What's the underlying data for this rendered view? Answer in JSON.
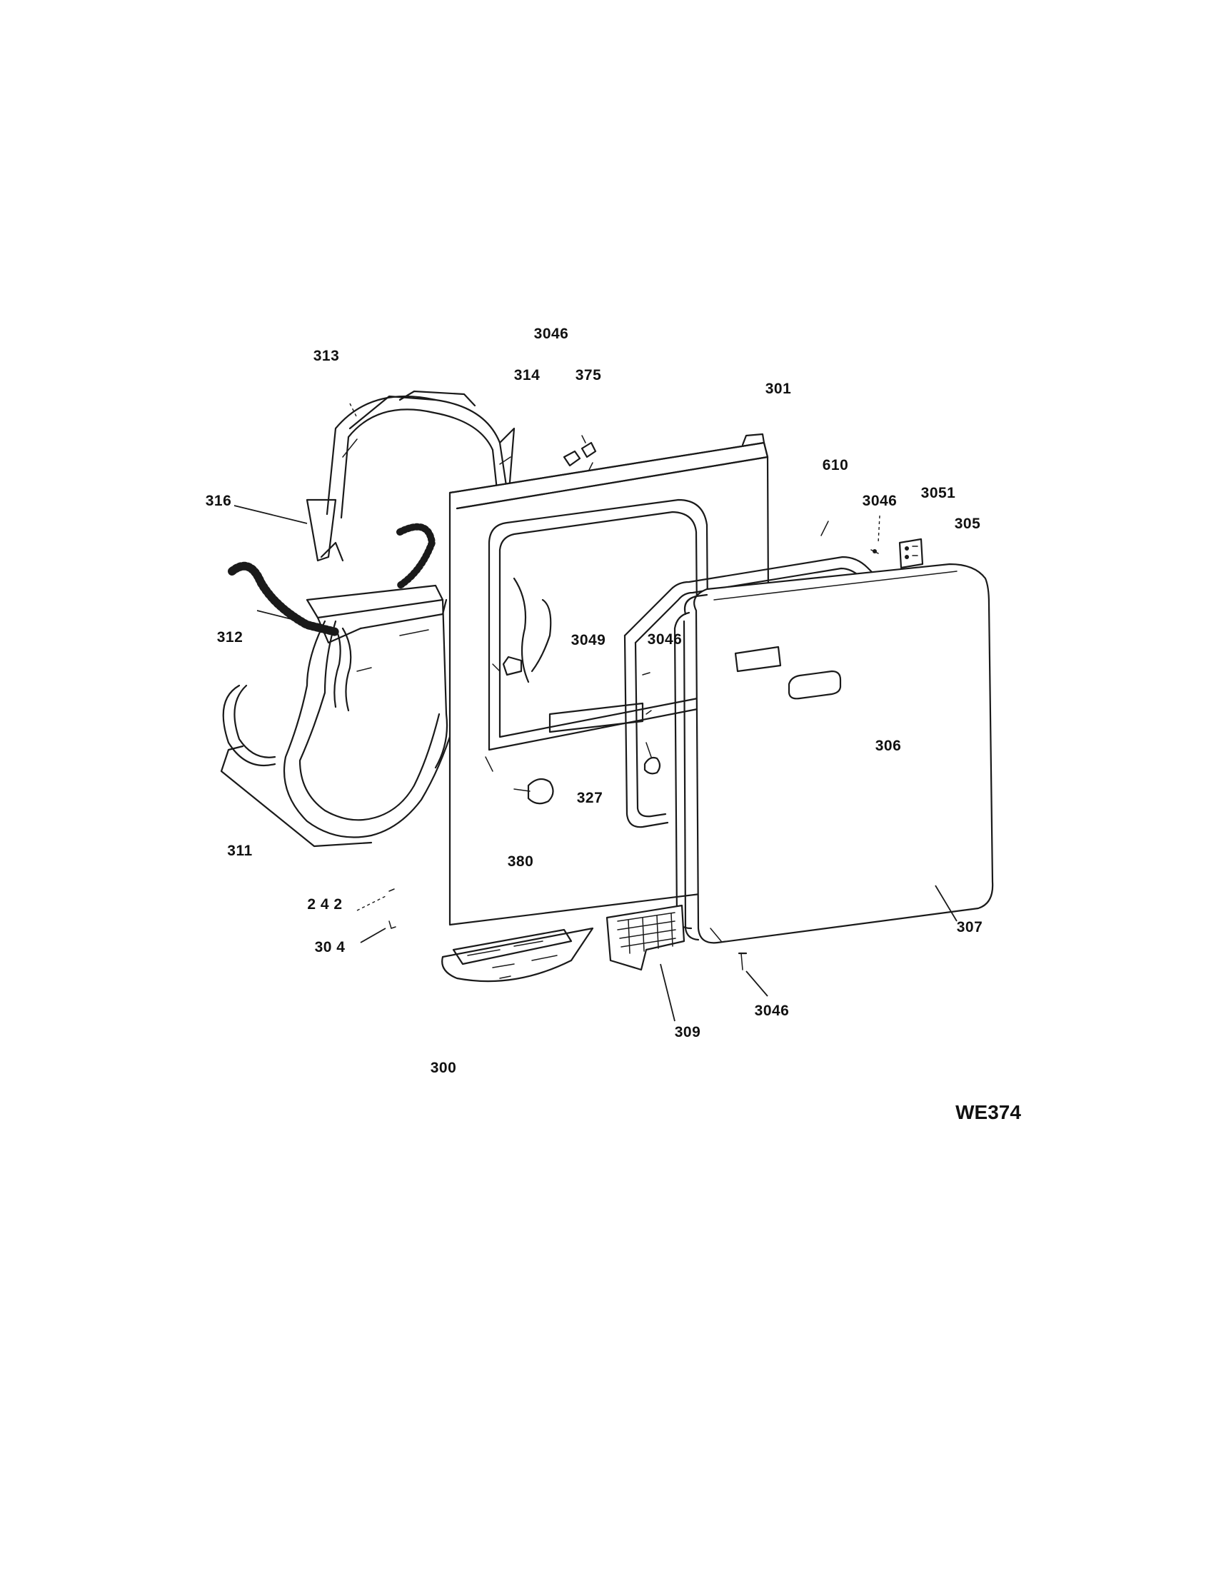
{
  "diagram": {
    "code": "WE374",
    "callouts": [
      {
        "id": "c3046a",
        "text": "3046"
      },
      {
        "id": "c313",
        "text": "313"
      },
      {
        "id": "c314",
        "text": "314"
      },
      {
        "id": "c375",
        "text": "375"
      },
      {
        "id": "c301",
        "text": "301"
      },
      {
        "id": "c610",
        "text": "610"
      },
      {
        "id": "c3046b",
        "text": "3046"
      },
      {
        "id": "c3051",
        "text": "3051"
      },
      {
        "id": "c305",
        "text": "305"
      },
      {
        "id": "c316",
        "text": "316"
      },
      {
        "id": "c312",
        "text": "312"
      },
      {
        "id": "c3049",
        "text": "3049"
      },
      {
        "id": "c3046c",
        "text": "3046"
      },
      {
        "id": "c306",
        "text": "306"
      },
      {
        "id": "c327",
        "text": "327"
      },
      {
        "id": "c311",
        "text": "311"
      },
      {
        "id": "c380",
        "text": "380"
      },
      {
        "id": "c242",
        "text": "2 4 2"
      },
      {
        "id": "c307",
        "text": "307"
      },
      {
        "id": "c304",
        "text": "30 4"
      },
      {
        "id": "c3046d",
        "text": "3046"
      },
      {
        "id": "c309",
        "text": "309"
      },
      {
        "id": "c300",
        "text": "300"
      }
    ]
  }
}
